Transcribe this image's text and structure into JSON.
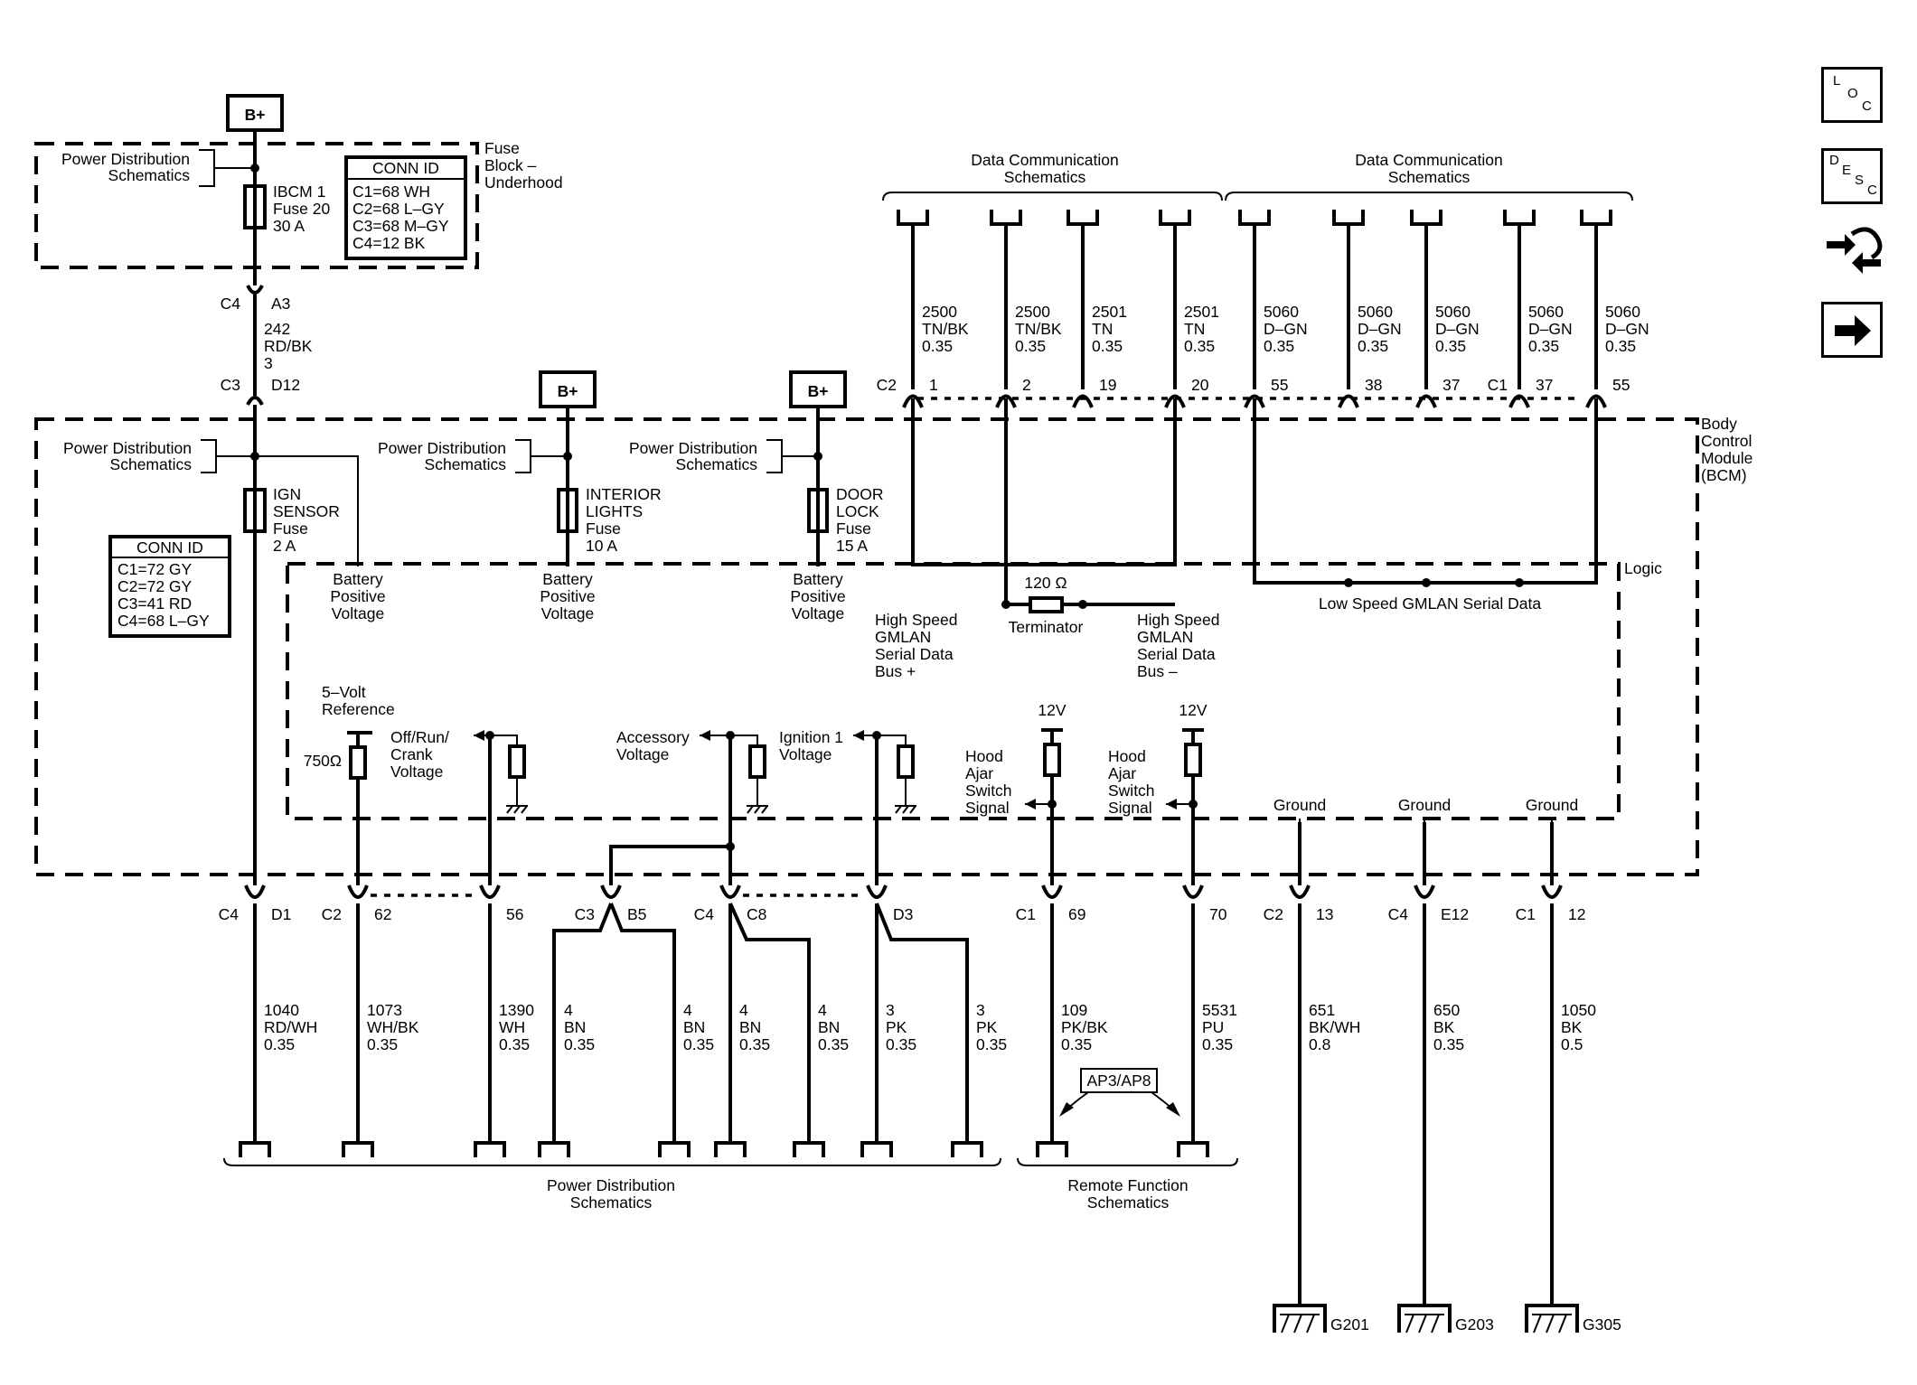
{
  "nav": {
    "loc": [
      "L",
      "O",
      "C"
    ],
    "desc": [
      "D",
      "E",
      "S",
      "C"
    ]
  },
  "power": {
    "batt": "B+",
    "fuse_block": [
      "Fuse",
      "Block –",
      "Underhood"
    ],
    "pds": [
      "Power Distribution",
      "Schematics"
    ],
    "fuse20": [
      "IBCM 1",
      "Fuse 20",
      "30 A"
    ],
    "ign": [
      "IGN",
      "SENSOR",
      "Fuse",
      "2 A"
    ],
    "int_lights": [
      "INTERIOR",
      "LIGHTS",
      "Fuse",
      "10 A"
    ],
    "door_lock": [
      "DOOR",
      "LOCK",
      "Fuse",
      "15 A"
    ],
    "batt_pos": [
      "Battery",
      "Positive",
      "Voltage"
    ]
  },
  "conn_id_top": {
    "title": "CONN ID",
    "rows": [
      "C1=68 WH",
      "C2=68 L–GY",
      "C3=68 M–GY",
      "C4=12 BK"
    ]
  },
  "conn_id_left": {
    "title": "CONN ID",
    "rows": [
      "C1=72 GY",
      "C2=72 GY",
      "C3=41 RD",
      "C4=68 L–GY"
    ]
  },
  "feed": {
    "c4": "C4",
    "a3": "A3",
    "wire": [
      "242",
      "RD/BK",
      "3"
    ],
    "c3": "C3",
    "d12": "D12"
  },
  "bcm": {
    "label": [
      "Body",
      "Control",
      "Module",
      "(BCM)"
    ],
    "logic": "Logic"
  },
  "data_comm": {
    "left": [
      "Data Communication",
      "Schematics"
    ],
    "right": [
      "Data Communication",
      "Schematics"
    ],
    "hs_conn": "C2",
    "ls_conn": "C1",
    "pins": [
      "1",
      "2",
      "19",
      "20",
      "55",
      "38",
      "37",
      "37",
      "55"
    ],
    "wires": [
      [
        "2500",
        "TN/BK",
        "0.35"
      ],
      [
        "2500",
        "TN/BK",
        "0.35"
      ],
      [
        "2501",
        "TN",
        "0.35"
      ],
      [
        "2501",
        "TN",
        "0.35"
      ],
      [
        "5060",
        "D–GN",
        "0.35"
      ],
      [
        "5060",
        "D–GN",
        "0.35"
      ],
      [
        "5060",
        "D–GN",
        "0.35"
      ],
      [
        "5060",
        "D–GN",
        "0.35"
      ],
      [
        "5060",
        "D–GN",
        "0.35"
      ]
    ],
    "terminator_val": "120 Ω",
    "terminator": "Terminator",
    "hs_plus": [
      "High Speed",
      "GMLAN",
      "Serial Data",
      "Bus +"
    ],
    "hs_minus": [
      "High Speed",
      "GMLAN",
      "Serial Data",
      "Bus –"
    ],
    "ls": "Low Speed GMLAN Serial Data"
  },
  "logic": {
    "ref5v": [
      "5–Volt",
      "Reference"
    ],
    "r750": "750Ω",
    "offrun": [
      "Off/Run/",
      "Crank",
      "Voltage"
    ],
    "accessory": [
      "Accessory",
      "Voltage"
    ],
    "ign1": [
      "Ignition 1",
      "Voltage"
    ],
    "v12": "12V",
    "hood": [
      "Hood",
      "Ajar",
      "Switch",
      "Signal"
    ],
    "ground": "Ground"
  },
  "bottom": {
    "conns": [
      "C4",
      "D1",
      "C2",
      "62",
      "56",
      "C3",
      "B5",
      "C4",
      "C8",
      "D3",
      "C1",
      "69",
      "70",
      "C2",
      "13",
      "C4",
      "E12",
      "C1",
      "12"
    ],
    "wires": [
      [
        "1040",
        "RD/WH",
        "0.35"
      ],
      [
        "1073",
        "WH/BK",
        "0.35"
      ],
      [
        "1390",
        "WH",
        "0.35"
      ],
      [
        "4",
        "BN",
        "0.35"
      ],
      [
        "4",
        "BN",
        "0.35"
      ],
      [
        "4",
        "BN",
        "0.35"
      ],
      [
        "4",
        "BN",
        "0.35"
      ],
      [
        "3",
        "PK",
        "0.35"
      ],
      [
        "3",
        "PK",
        "0.35"
      ],
      [
        "109",
        "PK/BK",
        "0.35"
      ],
      [
        "5531",
        "PU",
        "0.35"
      ],
      [
        "651",
        "BK/WH",
        "0.8"
      ],
      [
        "650",
        "BK",
        "0.35"
      ],
      [
        "1050",
        "BK",
        "0.5"
      ]
    ],
    "ap": "AP3/AP8",
    "pds": [
      "Power Distribution",
      "Schematics"
    ],
    "rfs": [
      "Remote Function",
      "Schematics"
    ],
    "grounds": [
      "G201",
      "G203",
      "G305"
    ]
  }
}
